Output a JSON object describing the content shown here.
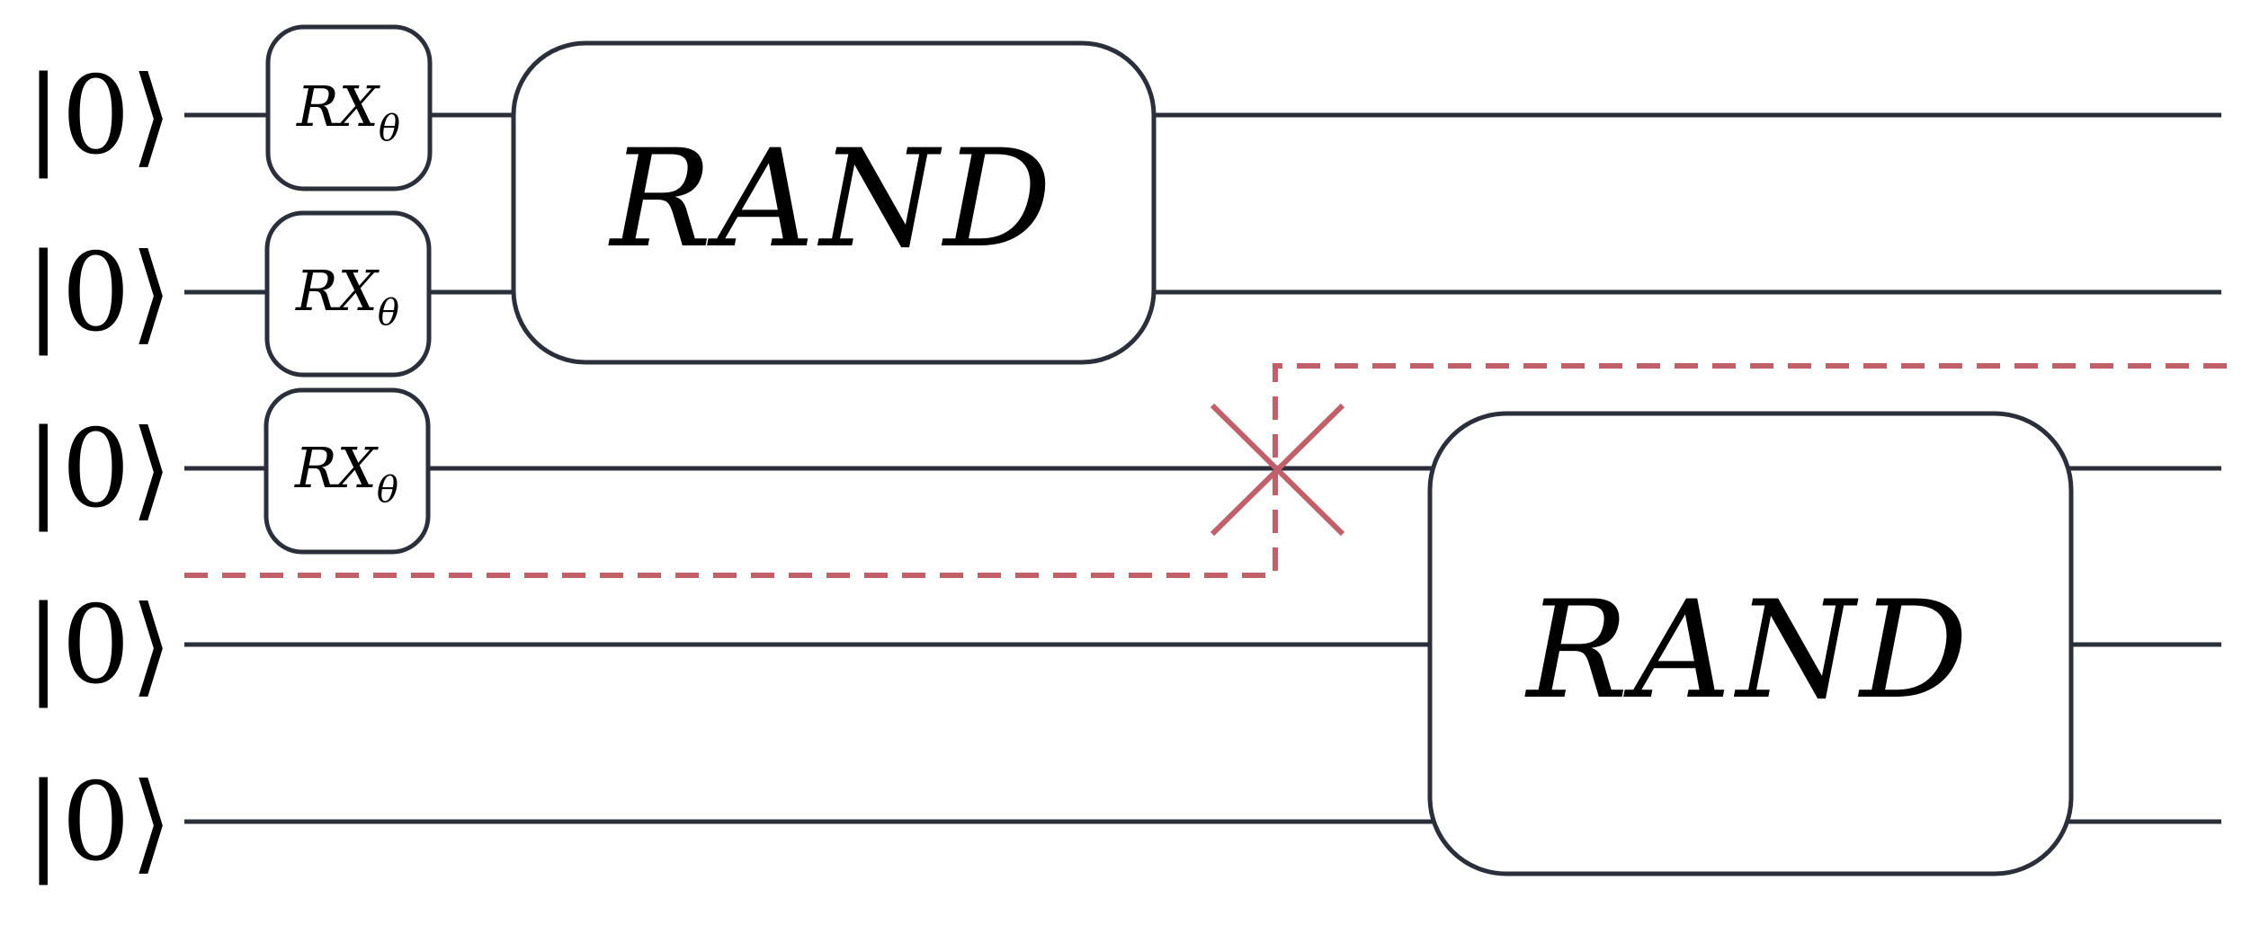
{
  "qubits": [
    {
      "state": "|0⟩"
    },
    {
      "state": "|0⟩"
    },
    {
      "state": "|0⟩"
    },
    {
      "state": "|0⟩"
    },
    {
      "state": "|0⟩"
    }
  ],
  "rx_gates": [
    {
      "base": "RX",
      "subscript": "θ",
      "qubit": 0
    },
    {
      "base": "RX",
      "subscript": "θ",
      "qubit": 1
    },
    {
      "base": "RX",
      "subscript": "θ",
      "qubit": 2
    }
  ],
  "rand_gates": [
    {
      "label": "RAND",
      "qubits": [
        0,
        1
      ]
    },
    {
      "label": "RAND",
      "qubits": [
        2,
        3,
        4
      ]
    }
  ],
  "colors": {
    "wire": "#2b2f3a",
    "cut": "#c0606b"
  }
}
